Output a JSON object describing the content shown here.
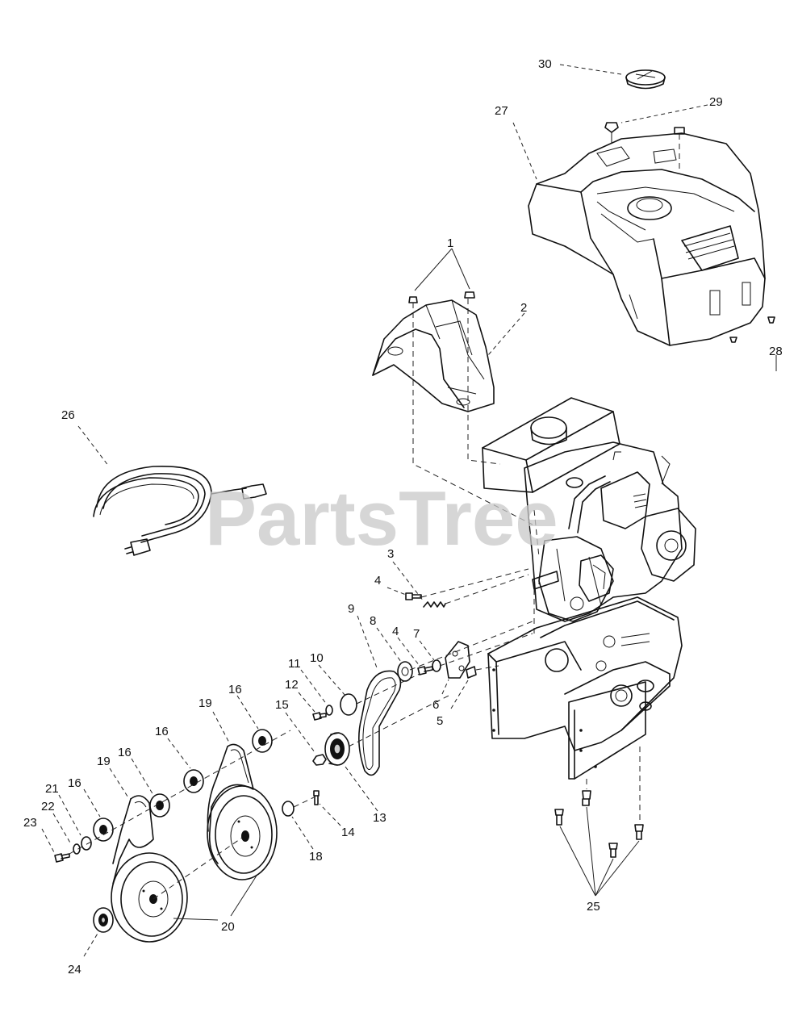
{
  "watermark": "PartsTree",
  "callouts": {
    "c1": "1",
    "c2": "2",
    "c3": "3",
    "c4a": "4",
    "c4b": "4",
    "c5": "5",
    "c6": "6",
    "c7": "7",
    "c8": "8",
    "c9": "9",
    "c10": "10",
    "c11": "11",
    "c12": "12",
    "c13": "13",
    "c14": "14",
    "c15": "15",
    "c16a": "16",
    "c16b": "16",
    "c16c": "16",
    "c16d": "16",
    "c18": "18",
    "c19a": "19",
    "c19b": "19",
    "c20": "20",
    "c21": "21",
    "c22": "22",
    "c23": "23",
    "c24": "24",
    "c25": "25",
    "c26": "26",
    "c27": "27",
    "c28": "28",
    "c29": "29",
    "c30": "30"
  }
}
